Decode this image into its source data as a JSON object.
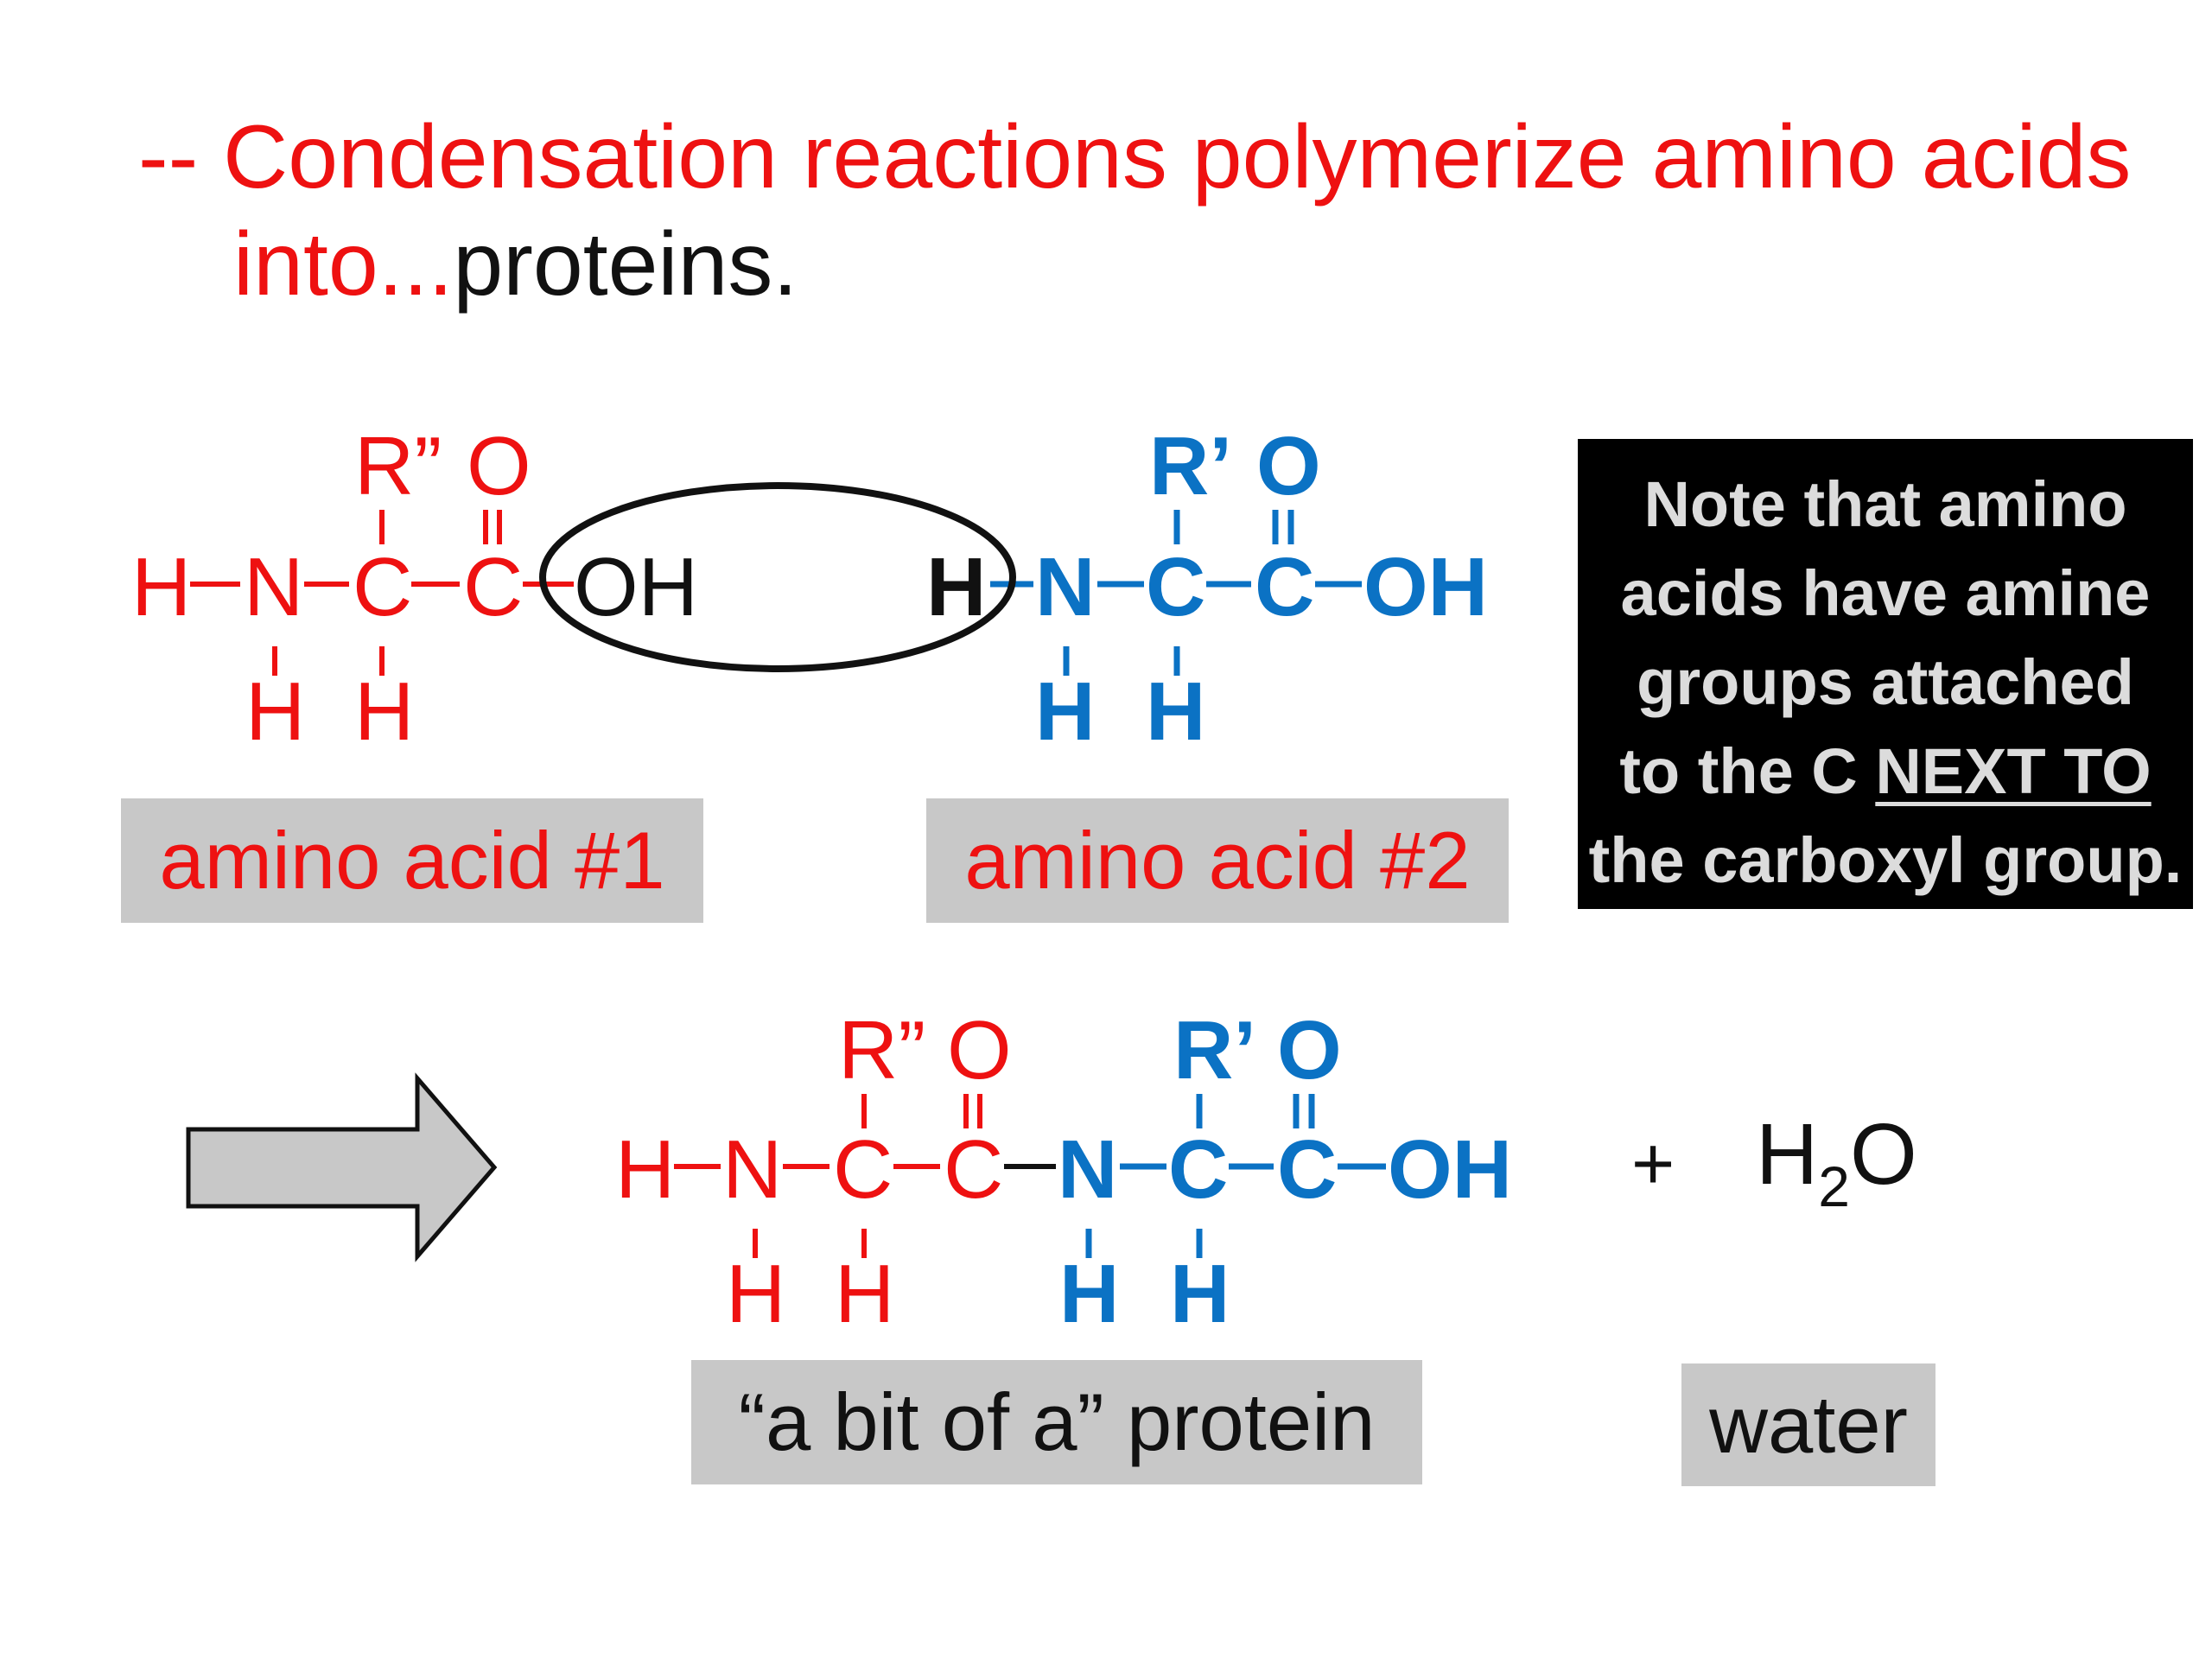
{
  "title": {
    "line1": "-- Condensation reactions polymerize amino acids",
    "line2_a": "into...",
    "line2_b": "proteins."
  },
  "colors": {
    "red": "#ee1111",
    "blue": "#0b72c4",
    "black": "#111111",
    "label_gray": "#c8c8c8",
    "arrow_gray": "#c8c8c8",
    "note_bg": "#000000",
    "note_text": "#dcdcdc"
  },
  "molecules": {
    "aa1": {
      "R": "R”",
      "O": "O",
      "H": "H",
      "N": "N",
      "C": "C",
      "OH": "OH"
    },
    "aa2": {
      "R": "R’",
      "O": "O",
      "H": "H",
      "N": "N",
      "C": "C",
      "OH": "OH"
    },
    "product": {
      "R1": "R”",
      "R2": "R’",
      "O": "O",
      "H": "H",
      "N": "N",
      "C": "C",
      "OH": "OH"
    }
  },
  "labels": {
    "aa1": "amino acid #1",
    "aa2": "amino acid #2",
    "protein": "“a bit of a” protein",
    "water": "water"
  },
  "plus": "+",
  "water_formula": {
    "H": "H",
    "sub": "2",
    "O": "O"
  },
  "note": {
    "line1": "Note that amino",
    "line2": "acids have amine",
    "line3": "groups attached",
    "line4_a": "to the C ",
    "line4_b": "NEXT TO",
    "line5": "the carboxyl group."
  }
}
